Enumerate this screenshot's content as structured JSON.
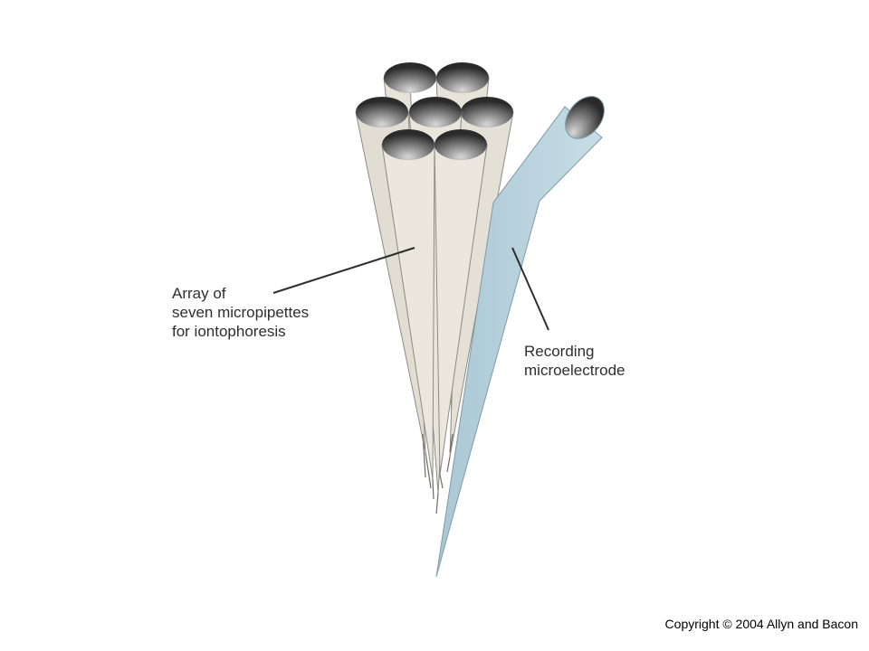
{
  "labels": {
    "array": [
      "Array of",
      "seven micropipettes",
      "for iontophoresis"
    ],
    "recording": [
      "Recording",
      "microelectrode"
    ]
  },
  "copyright": "Copyright © 2004 Allyn and Bacon",
  "colors": {
    "pipette_fill": "#e7e3d9",
    "pipette_edge": "#8d8a82",
    "electrode_fill": "#b8d2dd",
    "electrode_edge": "#7f9aa6",
    "leader_line": "#2e2e2e",
    "text": "#2e2e2e"
  }
}
